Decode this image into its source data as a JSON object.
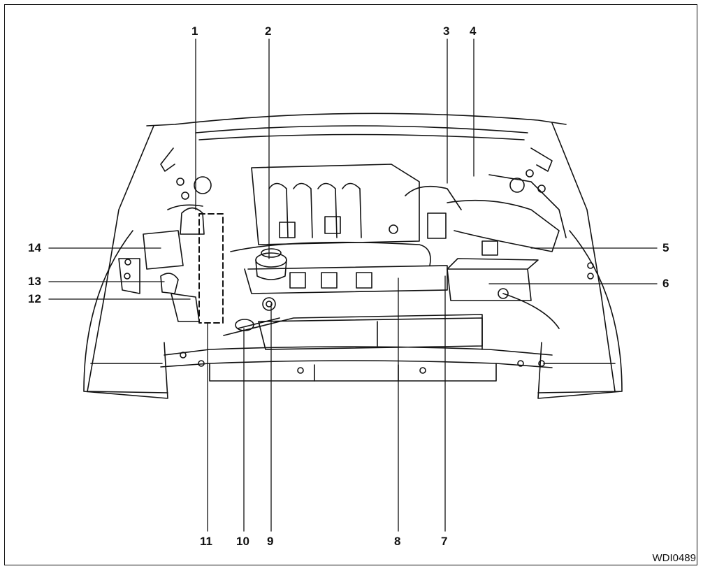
{
  "callouts": {
    "c1": "1",
    "c2": "2",
    "c3": "3",
    "c4": "4",
    "c5": "5",
    "c6": "6",
    "c7": "7",
    "c8": "8",
    "c9": "9",
    "c10": "10",
    "c11": "11",
    "c12": "12",
    "c13": "13",
    "c14": "14"
  },
  "figure_code": "WDI0489"
}
